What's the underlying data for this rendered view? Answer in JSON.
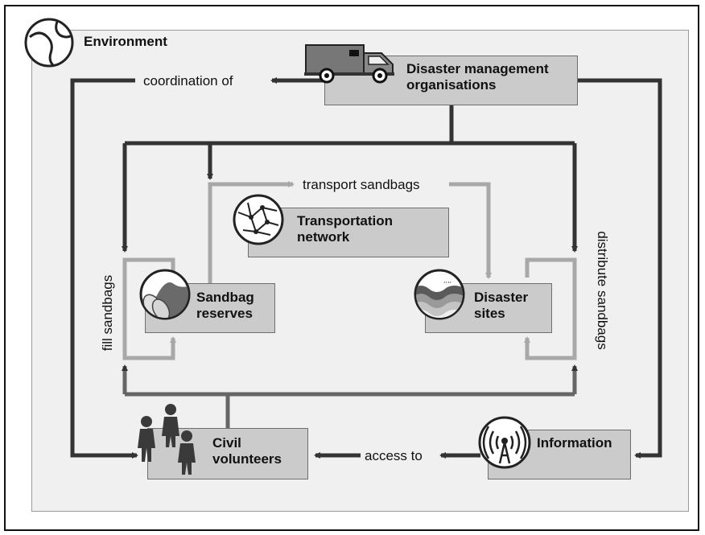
{
  "environment": {
    "label": "Environment",
    "icon": "environment-icon"
  },
  "nodes": {
    "disaster_mgmt": {
      "line1": "Disaster management",
      "line2": "organisations",
      "icon": "ambulance-icon"
    },
    "transport_net": {
      "line1": "Transportation",
      "line2": "network",
      "icon": "road-network-icon"
    },
    "sandbag_reserves": {
      "line1": "Sandbag",
      "line2": "reserves",
      "icon": "sandbag-icon"
    },
    "disaster_sites": {
      "line1": "Disaster",
      "line2": "sites",
      "icon": "flood-wave-icon"
    },
    "civil_volunteers": {
      "line1": "Civil",
      "line2": "volunteers",
      "icon": "people-icon"
    },
    "information": {
      "line1": "Information",
      "icon": "broadcast-icon"
    }
  },
  "edges": {
    "coordination": "coordination of",
    "transport_sandbags": "transport sandbags",
    "fill_sandbags": "fill sandbags",
    "distribute_sandbags": "distribute sandbags",
    "access_to": "access to"
  },
  "colors": {
    "dark_arrow": "#333333",
    "light_arrow": "#a8a8a8",
    "box_fill": "#cbcbcb",
    "env_fill": "#f0f0f0"
  }
}
